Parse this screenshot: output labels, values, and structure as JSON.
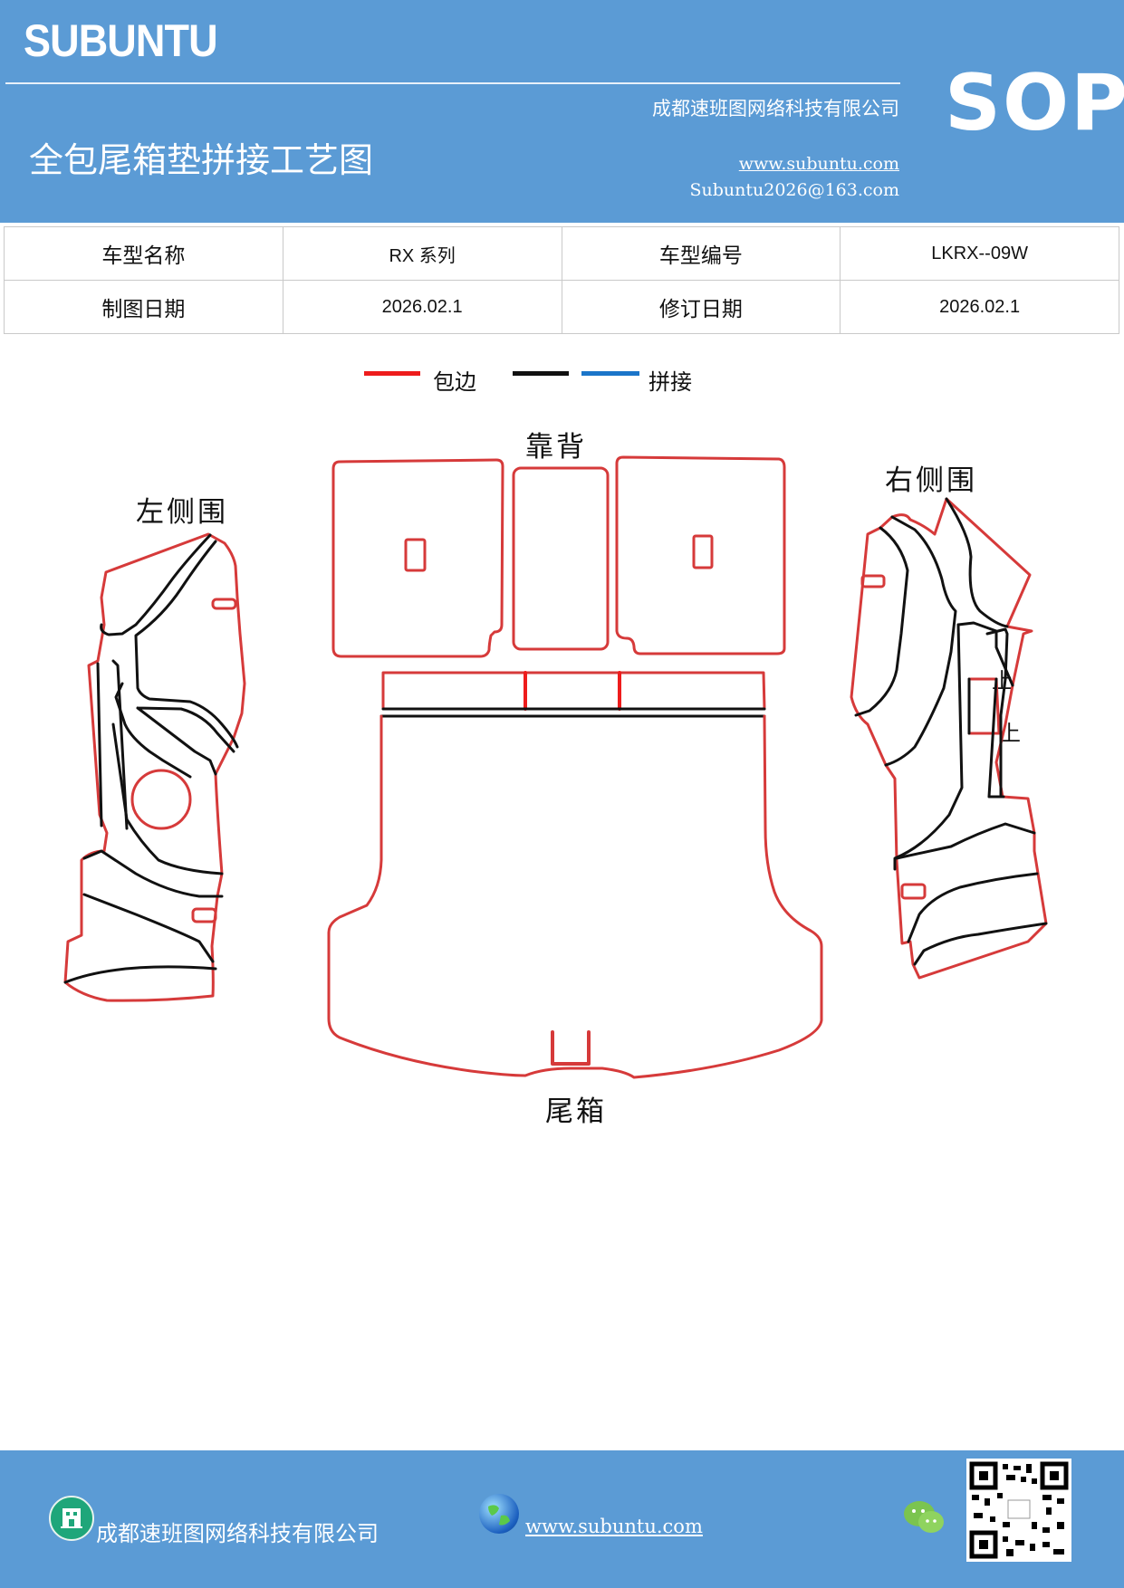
{
  "header": {
    "brand": "SUBUNTU",
    "sop": "SOP",
    "company": "成都速班图网络科技有限公司",
    "title": "全包尾箱垫拼接工艺图",
    "website": "www.subuntu.com",
    "email": "Subuntu2026@163.com"
  },
  "info_table": {
    "row1": [
      "车型名称",
      "RX 系列",
      "车型编号",
      "LKRX--09W"
    ],
    "row2": [
      "制图日期",
      "2026.02.1",
      "修订日期",
      "2026.02.1"
    ]
  },
  "legend": {
    "edge": {
      "label": "包边",
      "color": "#ee1c1c"
    },
    "splice": {
      "label": "拼接",
      "black": "#111111",
      "blue": "#1b75c9"
    }
  },
  "parts": {
    "backrest": "靠背",
    "left_side": "左侧围",
    "right_side": "右侧围",
    "trunk": "尾箱",
    "marker_1": "上",
    "marker_2": "上"
  },
  "colors": {
    "header_bg": "#5b9bd5",
    "outline_red": "#d63a3a",
    "outline_black": "#111111"
  },
  "footer": {
    "company": "成都速班图网络科技有限公司",
    "website": "www.subuntu.com",
    "icons": [
      "building-icon",
      "globe-icon",
      "wechat-icon",
      "qr-code"
    ]
  }
}
